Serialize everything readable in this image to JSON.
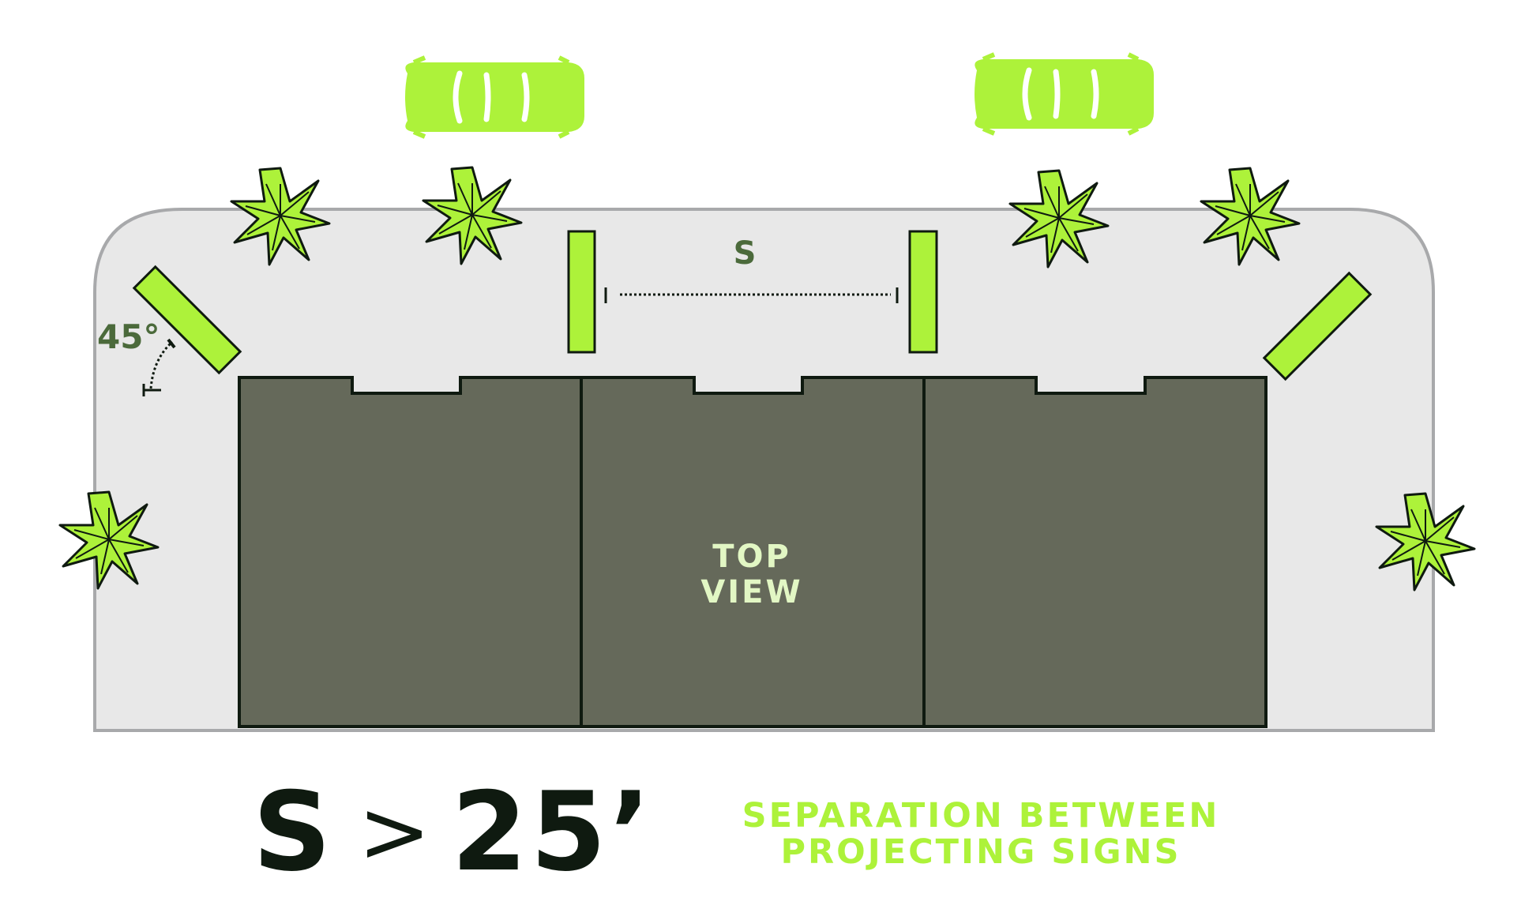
{
  "labels": {
    "distance": "S",
    "angle": "45°",
    "view_line1": "TOP",
    "view_line2": "VIEW"
  },
  "formula": {
    "var": "S",
    "op": ">",
    "value": "25’"
  },
  "caption": {
    "line1": "SEPARATION BETWEEN",
    "line2": "PROJECTING SIGNS"
  },
  "colors": {
    "accent": "#adf23a",
    "building": "#65695a",
    "outline": "#0f1a10",
    "sidewalk": "#e8e8e8",
    "curb": "#a8a9ab",
    "label_dark": "#4b6a3b",
    "view_text": "#e2f7c4"
  },
  "icons": [
    "car-icon",
    "tree-icon"
  ]
}
